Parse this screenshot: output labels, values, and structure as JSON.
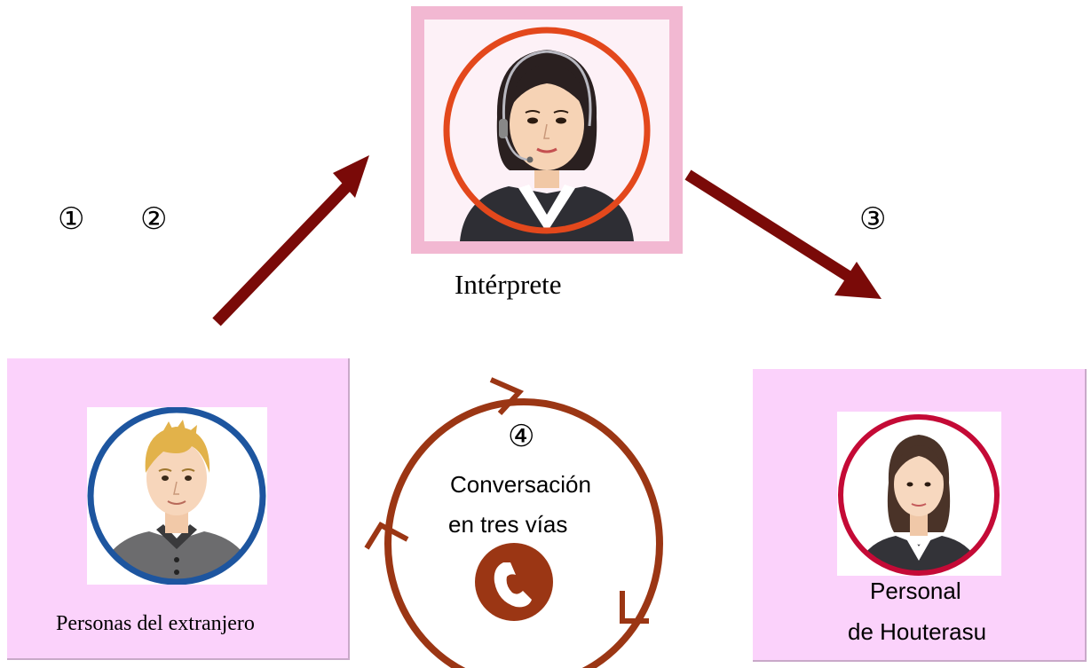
{
  "steps": {
    "step1": "①",
    "step2": "②",
    "step3": "③",
    "step4": "④"
  },
  "interpreter": {
    "label": "Intérprete",
    "ring_color": "#e3481c"
  },
  "foreigner": {
    "label": "Personas del extranjero",
    "ring_color": "#1d559f"
  },
  "staff": {
    "label_line1": "Personal",
    "label_line2": "de Houterasu",
    "ring_color": "#c40a36"
  },
  "conversation": {
    "line1": "Conversación",
    "line2": "en tres vías",
    "ring_color": "#9b3614",
    "icon": "phone-icon"
  },
  "colors": {
    "arrow": "#7a0a08",
    "box_fill": "#fbd2fb"
  }
}
